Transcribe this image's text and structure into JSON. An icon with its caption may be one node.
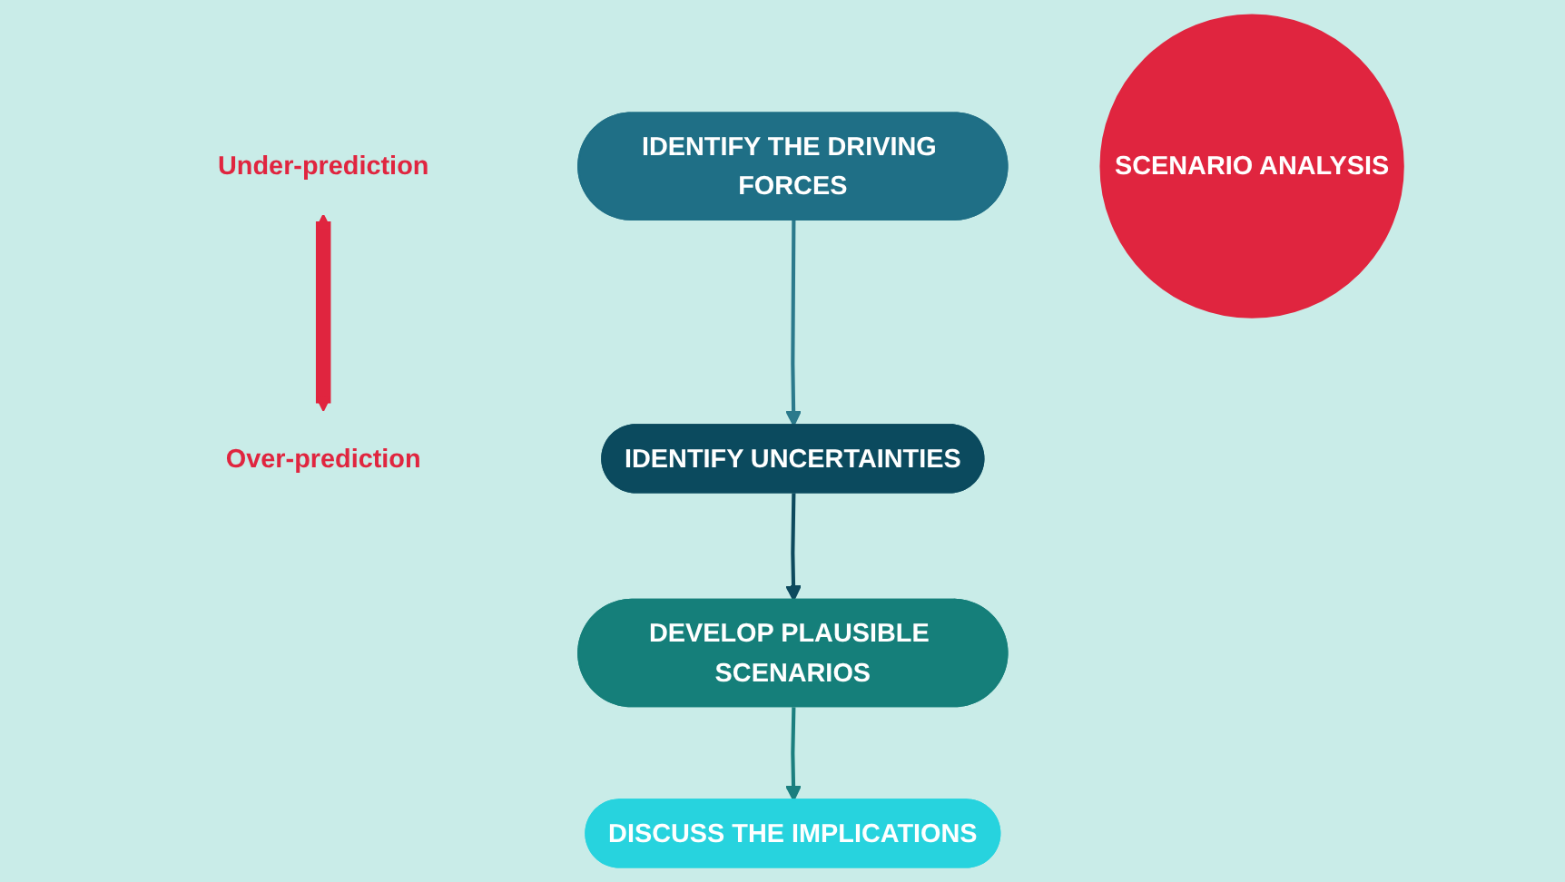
{
  "diagram": {
    "nodes": [
      {
        "text": [
          "IDENTIFY THE DRIVING FORCES"
        ]
      },
      {
        "text": [
          "Under-prediction"
        ]
      },
      {
        "text": [
          "Over-prediction"
        ]
      },
      {
        "text": [
          "DISCUSS THE IMPLICATIONS"
        ]
      },
      {
        "text": [
          "SCENARIO ANALYSIS"
        ]
      },
      {
        "text": [
          "IDENTIFY UNCERTAINTIES"
        ]
      },
      {
        "text": [
          "DEVELOP PLAUSIBLE SCENARIOS"
        ]
      }
    ],
    "edges": [
      {
        "from": 0,
        "to": 5,
        "arrow": "to",
        "color": "#2b7a8c"
      },
      {
        "from": 5,
        "to": 6,
        "arrow": "to",
        "color": "#0d4a5e"
      },
      {
        "from": 6,
        "to": 3,
        "arrow": "to",
        "color": "#1b7f7f"
      },
      {
        "from": 1,
        "to": 2,
        "arrow": "both",
        "style": "thick",
        "color": "#e0253f"
      }
    ]
  }
}
